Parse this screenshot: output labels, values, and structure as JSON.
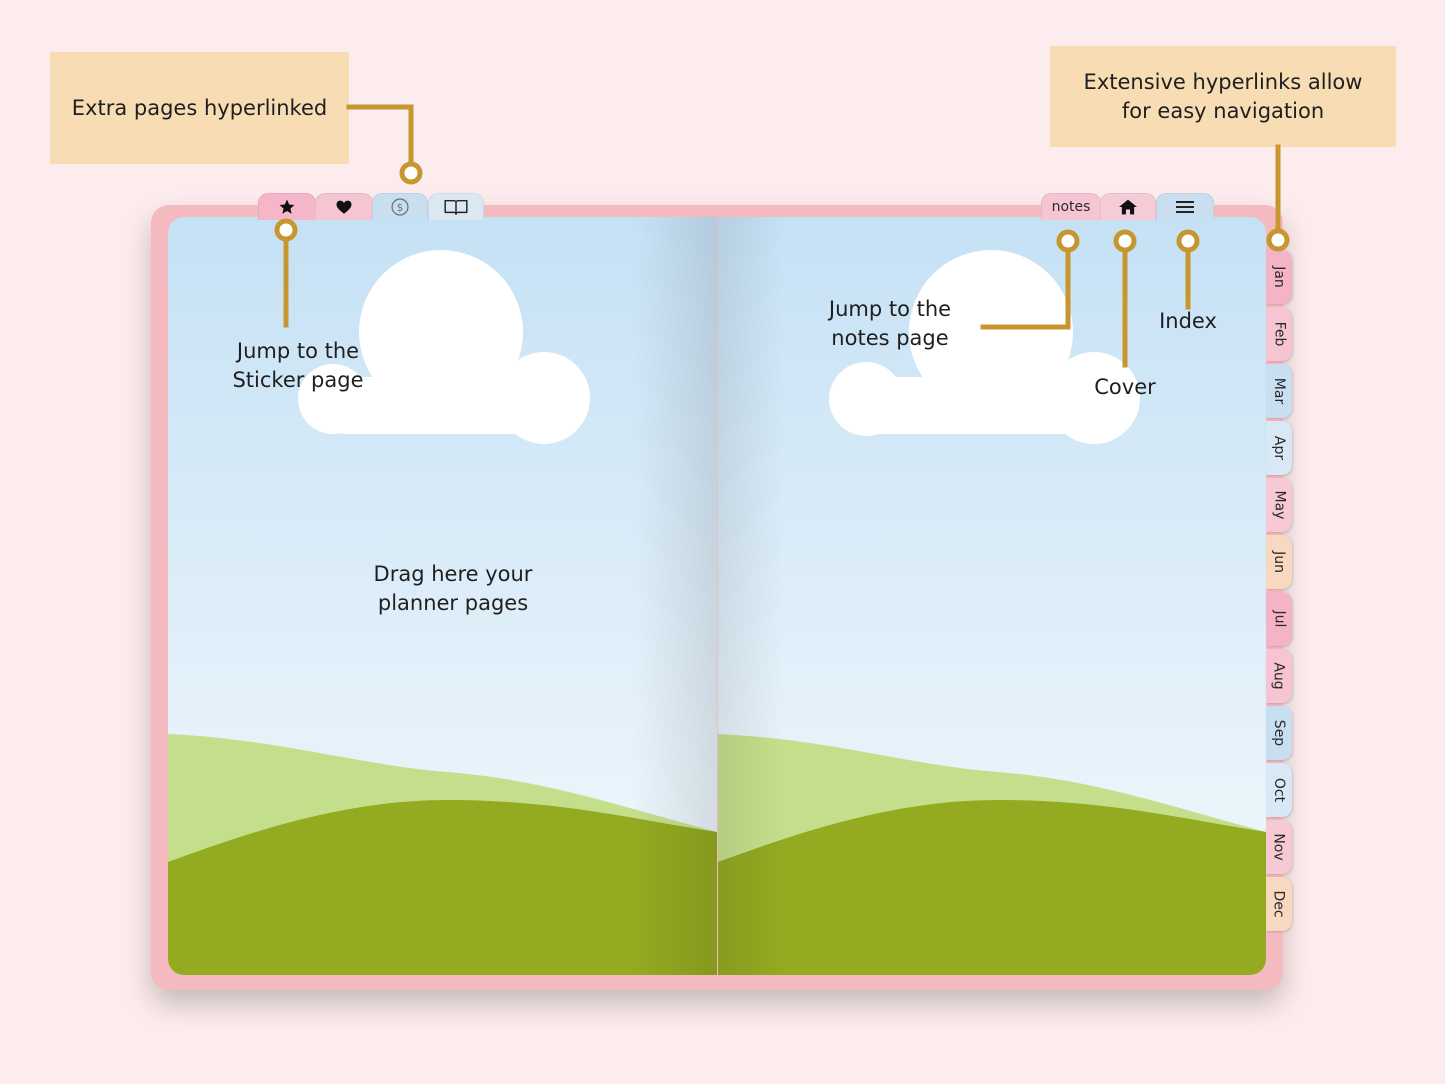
{
  "callouts": {
    "extra_pages": "Extra pages hyperlinked",
    "navigation_line1": "Extensive hyperlinks allow",
    "navigation_line2": "for easy navigation"
  },
  "labels": {
    "sticker_line1": "Jump to the",
    "sticker_line2": "Sticker page",
    "notes_line1": "Jump to the",
    "notes_line2": "notes page",
    "index": "Index",
    "cover": "Cover",
    "drag_line1": "Drag here your",
    "drag_line2": "planner pages"
  },
  "top_tabs_left": [
    {
      "icon": "star-icon",
      "color": "#f4b6c8"
    },
    {
      "icon": "heart-icon",
      "color": "#f6c5d3"
    },
    {
      "icon": "coin-icon",
      "color": "#c9dff0"
    },
    {
      "icon": "book-icon",
      "color": "#dbe7f3"
    }
  ],
  "top_tabs_right": [
    {
      "label": "notes",
      "color": "#f6c5d3"
    },
    {
      "icon": "home-icon",
      "color": "#f4cbd7"
    },
    {
      "icon": "menu-icon",
      "color": "#c9dff0"
    }
  ],
  "months": [
    {
      "label": "Jan",
      "color": "#f4b3c6"
    },
    {
      "label": "Feb",
      "color": "#f6c4d2"
    },
    {
      "label": "Mar",
      "color": "#c8dff2"
    },
    {
      "label": "Apr",
      "color": "#d8e8f5"
    },
    {
      "label": "May",
      "color": "#f6c9d5"
    },
    {
      "label": "Jun",
      "color": "#f8d8c0"
    },
    {
      "label": "Jul",
      "color": "#f4b3c6"
    },
    {
      "label": "Aug",
      "color": "#f6c4d2"
    },
    {
      "label": "Sep",
      "color": "#c8dff2"
    },
    {
      "label": "Oct",
      "color": "#d8e8f5"
    },
    {
      "label": "Nov",
      "color": "#f6c9d5"
    },
    {
      "label": "Dec",
      "color": "#f8d8c0"
    }
  ],
  "colors": {
    "background": "#fdeced",
    "callout": "#f8ddb4",
    "connector": "#c8962f",
    "cover": "#f5b9c0",
    "sky_top": "#c5e1f5",
    "hill_light": "#c4df8c",
    "hill_dark": "#93aa21"
  }
}
